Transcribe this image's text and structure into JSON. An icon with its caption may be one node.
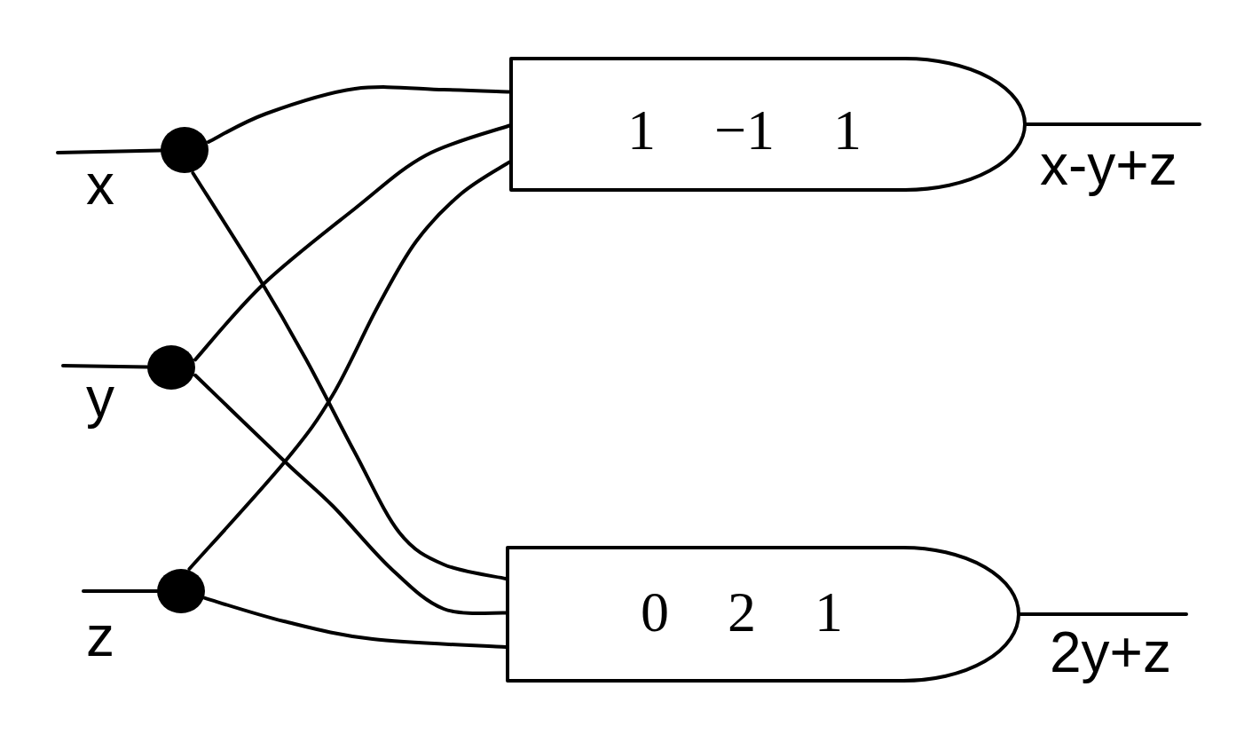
{
  "diagram": {
    "nodes": [
      {
        "text": [],
        "shape": "circle",
        "beside": [
          "x"
        ]
      },
      {
        "text": [],
        "shape": "circle",
        "beside": [
          "y"
        ]
      },
      {
        "text": [],
        "shape": "circle",
        "beside": [
          "z"
        ]
      },
      {
        "text": [
          "1 −1 1"
        ],
        "beside": [
          "x-y+z"
        ]
      },
      {
        "text": [
          "0 2 1"
        ],
        "beside": [
          "2y+z"
        ]
      }
    ],
    "edges": [
      {
        "from": null,
        "to": 0,
        "arrow": "none"
      },
      {
        "from": null,
        "to": 1,
        "arrow": "none"
      },
      {
        "from": null,
        "to": 2,
        "arrow": "none"
      },
      {
        "from": 0,
        "to": 3,
        "arrow": "none"
      },
      {
        "from": 0,
        "to": 4,
        "arrow": "none"
      },
      {
        "from": 1,
        "to": 3,
        "arrow": "none"
      },
      {
        "from": 1,
        "to": 4,
        "arrow": "none"
      },
      {
        "from": 2,
        "to": 3,
        "arrow": "none"
      },
      {
        "from": 2,
        "to": 4,
        "arrow": "none"
      },
      {
        "from": 3,
        "to": null,
        "arrow": "none"
      },
      {
        "from": 4,
        "to": null,
        "arrow": "none"
      }
    ]
  }
}
